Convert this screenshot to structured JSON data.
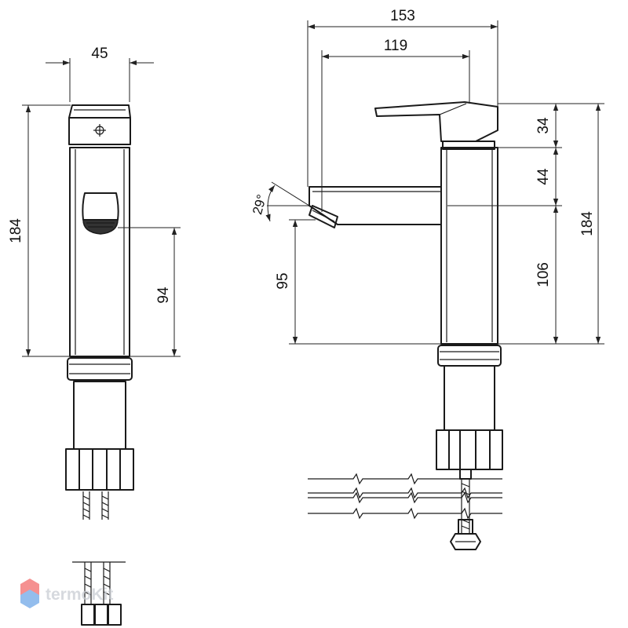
{
  "front_view": {
    "width_label": "45",
    "height_label": "184",
    "spout_height_label": "94"
  },
  "side_view": {
    "reach_label": "153",
    "spout_reach_label": "119",
    "handle_height_label": "34",
    "spout_offset_label": "44",
    "body_height_label": "106",
    "total_height_label": "184",
    "spout_clearance_label": "95",
    "spout_angle_label": "29°"
  },
  "watermark": {
    "text": "termoKit",
    "logo_colors": [
      "#f26b6b",
      "#6fa8e8"
    ]
  },
  "colors": {
    "line": "#1a1a1a",
    "background": "#ffffff"
  }
}
